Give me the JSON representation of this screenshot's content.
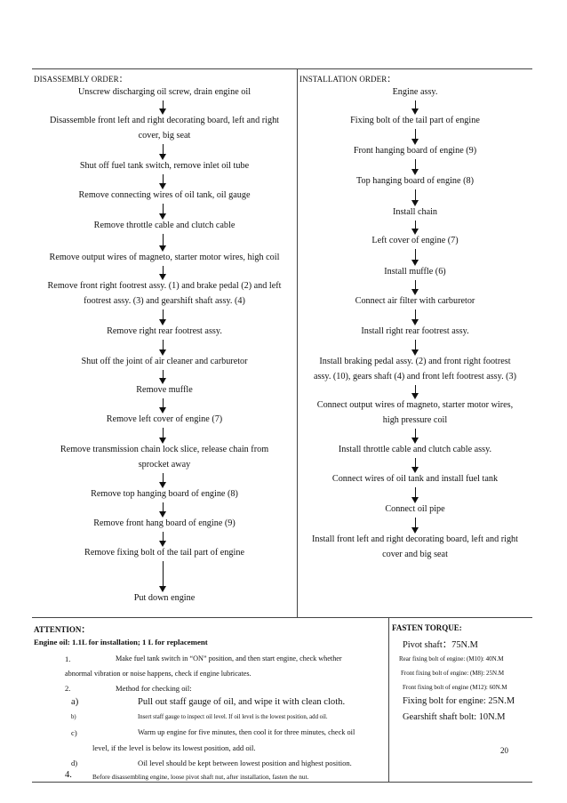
{
  "disassembly": {
    "header": "DISASSEMBLY ORDER：",
    "steps": [
      [
        "Unscrew discharging oil screw, drain engine oil"
      ],
      [
        "Disassemble front left and right decorating board, left and right",
        "cover, big seat"
      ],
      [
        "Shut off fuel tank switch, remove inlet oil tube"
      ],
      [
        "Remove connecting wires of oil tank, oil gauge"
      ],
      [
        "Remove throttle cable and clutch cable"
      ],
      [
        "Remove output wires of magneto, starter motor wires, high coil"
      ],
      [
        "Remove front right footrest assy. (1) and brake pedal (2) and left",
        "footrest assy. (3) and gearshift shaft assy. (4)"
      ],
      [
        "Remove right rear footrest assy."
      ],
      [
        "Shut off the joint of air cleaner and carburetor"
      ],
      [
        "Remove muffle"
      ],
      [
        "Remove left cover of engine (7)"
      ],
      [
        "Remove transmission chain lock slice, release chain from",
        "sprocket away"
      ],
      [
        "Remove top hanging board of engine (8)"
      ],
      [
        "Remove front hang board of engine (9)"
      ],
      [
        "Remove fixing bolt of the tail part of engine"
      ],
      [
        "Put down engine"
      ]
    ]
  },
  "installation": {
    "header": "INSTALLATION ORDER：",
    "steps": [
      [
        "Engine assy."
      ],
      [
        "Fixing bolt of the tail part of engine"
      ],
      [
        "Front hanging board of engine (9)"
      ],
      [
        "Top hanging board of engine (8)"
      ],
      [
        "Install chain"
      ],
      [
        "Left cover of engine (7)"
      ],
      [
        "Install muffle (6)"
      ],
      [
        "Connect air filter with carburetor"
      ],
      [
        "Install right rear footrest assy."
      ],
      [
        "Install braking pedal assy. (2) and front right footrest",
        "assy. (10), gears shaft (4) and front left footrest assy. (3)"
      ],
      [
        "Connect output wires of magneto, starter motor wires,",
        "high pressure coil"
      ],
      [
        "Install throttle cable and clutch cable assy."
      ],
      [
        "Connect wires of oil tank and install fuel tank"
      ],
      [
        "Connect oil pipe"
      ],
      [
        "Install front left and right decorating board, left and right",
        "cover and big seat"
      ]
    ]
  },
  "attention": {
    "header": "ATTENTION：",
    "engine_oil": "Engine oil: 1.1L for installation; 1 L for replacement",
    "item1_num": "1.",
    "item1_line1": "Make fuel tank switch in “ON” position, and then start engine, check whether",
    "item1_line2": "abnormal vibration or noise happens, check if engine lubricates.",
    "item2_num": "2.",
    "item2_text": "Method for checking oil:",
    "a_num": "a)",
    "a_text": "Pull out staff gauge of oil, and wipe it with clean cloth.",
    "b_num": "b)",
    "b_text": "Insert staff gauge to inspect oil level. If oil level is the lowest position, add oil.",
    "c_num": "c)",
    "c_line1": "Warm up engine for five minutes, then cool it for three minutes, check oil",
    "c_line2": "level, if the level is below its lowest position, add oil.",
    "d_num": "d)",
    "d_text": "Oil level should be kept between lowest position and highest position.",
    "item4_num": "4.",
    "item4_text": "Before disassembling engine, loose pivot shaft nut, after installation, fasten the nut."
  },
  "torque": {
    "header": "FASTEN TORQUE:",
    "pivot": "Pivot shaft：75N.M",
    "rear": "Rear fixing bolt of engine: (M10): 40N.M",
    "front_m8": "Front fixing bolt of engine: (M8): 25N.M",
    "front_m12": "Front fixing bolt of engine (M12): 60N.M",
    "fixing": "Fixing bolt for engine: 25N.M",
    "gearshift": "Gearshift shaft bolt: 10N.M"
  },
  "page_number": "20"
}
